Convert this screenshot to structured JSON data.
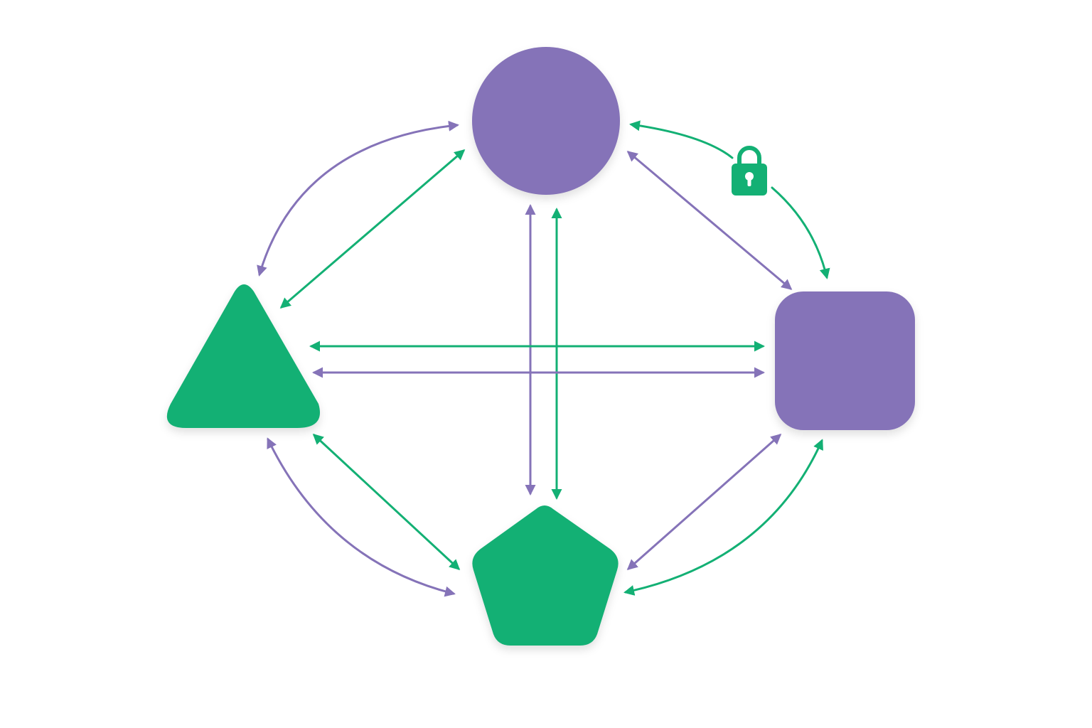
{
  "colors": {
    "purple": "#8573b8",
    "green": "#13b074",
    "background": "#ffffff"
  },
  "nodes": [
    {
      "id": "circle",
      "shape": "circle",
      "color": "purple"
    },
    {
      "id": "square",
      "shape": "rounded-square",
      "color": "purple"
    },
    {
      "id": "triangle",
      "shape": "rounded-triangle",
      "color": "green"
    },
    {
      "id": "pentagon",
      "shape": "rounded-pentagon",
      "color": "green"
    }
  ],
  "edges": [
    {
      "from": "circle",
      "to": "triangle",
      "color": "purple",
      "kind": "curved",
      "direction": "bidirectional"
    },
    {
      "from": "circle",
      "to": "triangle",
      "color": "green",
      "kind": "straight",
      "direction": "bidirectional"
    },
    {
      "from": "circle",
      "to": "square",
      "color": "green",
      "kind": "curved",
      "direction": "bidirectional",
      "icon": "lock-icon"
    },
    {
      "from": "circle",
      "to": "square",
      "color": "purple",
      "kind": "straight",
      "direction": "bidirectional"
    },
    {
      "from": "circle",
      "to": "pentagon",
      "color": "purple",
      "kind": "straight",
      "direction": "bidirectional"
    },
    {
      "from": "circle",
      "to": "pentagon",
      "color": "green",
      "kind": "straight",
      "direction": "bidirectional"
    },
    {
      "from": "triangle",
      "to": "square",
      "color": "green",
      "kind": "straight",
      "direction": "bidirectional"
    },
    {
      "from": "triangle",
      "to": "square",
      "color": "purple",
      "kind": "straight",
      "direction": "bidirectional"
    },
    {
      "from": "triangle",
      "to": "pentagon",
      "color": "purple",
      "kind": "curved",
      "direction": "bidirectional"
    },
    {
      "from": "triangle",
      "to": "pentagon",
      "color": "green",
      "kind": "straight",
      "direction": "bidirectional"
    },
    {
      "from": "square",
      "to": "pentagon",
      "color": "purple",
      "kind": "straight",
      "direction": "bidirectional"
    },
    {
      "from": "square",
      "to": "pentagon",
      "color": "green",
      "kind": "curved",
      "direction": "bidirectional"
    }
  ]
}
